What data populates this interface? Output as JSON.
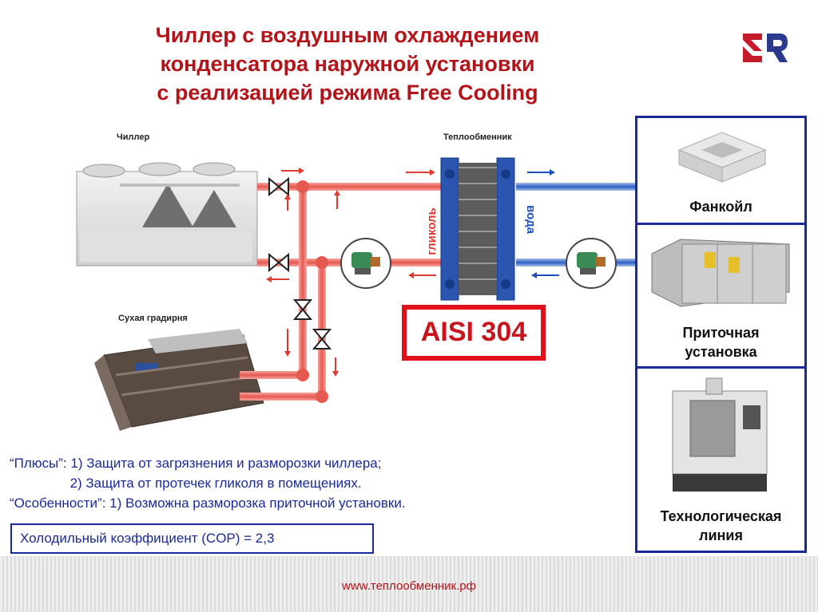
{
  "title": {
    "line1": "Чиллер с воздушным охлаждением",
    "line2": "конденсатора наружной установки",
    "line3": "с реализацией режима Free Cooling"
  },
  "labels": {
    "chiller": "Чиллер",
    "heat_exchanger": "Теплообменник",
    "dry_cooler": "Сухая градирня",
    "glycol": "гликоль",
    "water": "вода",
    "material": "AISI 304"
  },
  "consumers": [
    {
      "label_line1": "Фанкойл",
      "label_line2": ""
    },
    {
      "label_line1": "Приточная",
      "label_line2": "установка"
    },
    {
      "label_line1": "Технологическая",
      "label_line2": "линия"
    }
  ],
  "notes": {
    "line1": "“Плюсы”: 1) Защита от загрязнения и разморозки чиллера;",
    "line2": "                2) Защита от протечек гликоля в помещениях.",
    "line3": "“Особенности”: 1) Возможна разморозка приточной установки."
  },
  "cop": "Холодильный коэффициент (COP) = 2,3",
  "footer": {
    "url": "www.теплообменник.рф"
  },
  "colors": {
    "title": "#b3141a",
    "glycol_pipe": "#e8675e",
    "water_pipe": "#3565c8",
    "panel_border": "#1a2a99",
    "aisi_border": "#e0101a"
  },
  "icons": {
    "logo": "er-logo-icon",
    "valve": "valve-icon",
    "pump": "pump-icon",
    "arrow": "flow-arrow-icon"
  }
}
